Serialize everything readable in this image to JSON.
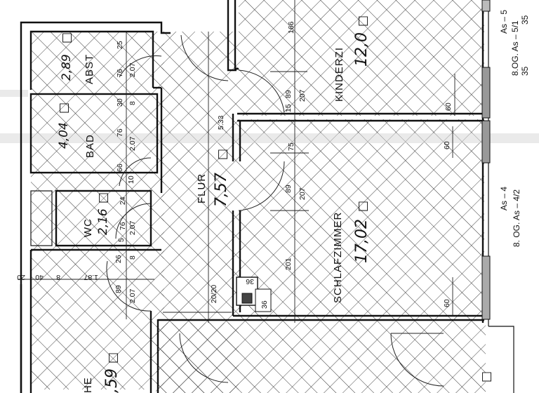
{
  "plan": {
    "orientation": "rotated 90° counter-clockwise (text reads bottom-to-top)",
    "rooms": {
      "abst": {
        "name": "ABST",
        "area": "2,89",
        "unit_symbol": "□"
      },
      "bad": {
        "name": "BAD",
        "area": "4,04",
        "unit_symbol": "□"
      },
      "wc": {
        "name": "WC",
        "area": "2,16",
        "unit_symbol": "□"
      },
      "flur": {
        "name": "FLUR",
        "area": "7,57",
        "unit_symbol": "□"
      },
      "kinderzi": {
        "name": "KINDERZI",
        "area": "12,0",
        "unit_symbol": "□"
      },
      "schlafzimmer": {
        "name": "SCHLAFZIMMER",
        "area": "17,02",
        "unit_symbol": "□"
      },
      "kueche": {
        "name": "HE",
        "area": ",59",
        "unit_symbol": "□"
      }
    },
    "dimensions": {
      "abst_door_w": "76",
      "abst_door_h": "2.07",
      "abst_top": "25",
      "bad_top": "30",
      "bad_door_w": "76",
      "bad_door_h": "2.07",
      "bad_8": "8",
      "bad_66": "66",
      "bad_10": "10",
      "wc_24": "24",
      "wc_door_w": "76",
      "wc_door_h": "2.07",
      "wc_5": "5",
      "kitchen_26": "26",
      "kitchen_8": "8",
      "kitchen_door_w": "89",
      "kitchen_door_h": "2.07",
      "row_20": "20",
      "row_40": "40",
      "row_8": "8",
      "row_187": "1.87",
      "flur_533": "5.33",
      "flur_2020": "20/20",
      "kinder_166": "166",
      "kinder_door_w": "89",
      "kinder_door_h": "207",
      "kinder_15": "15",
      "schlaf_75": "75",
      "schlaf_door_w": "89",
      "schlaf_door_h": "207",
      "schlaf_201": "201",
      "chimney_36a": "36",
      "chimney_36b": "36",
      "window_60a": "60",
      "window_60b": "60",
      "window_60c": "60"
    },
    "notes": {
      "kinder_line1": "As – 5",
      "kinder_line2": "8.OG. As – 5/1",
      "kinder_sub": "35",
      "kinder_sub2": "35",
      "schlaf_line1": "As – 4",
      "schlaf_line2": "8. OG.  As – 4/2"
    }
  }
}
